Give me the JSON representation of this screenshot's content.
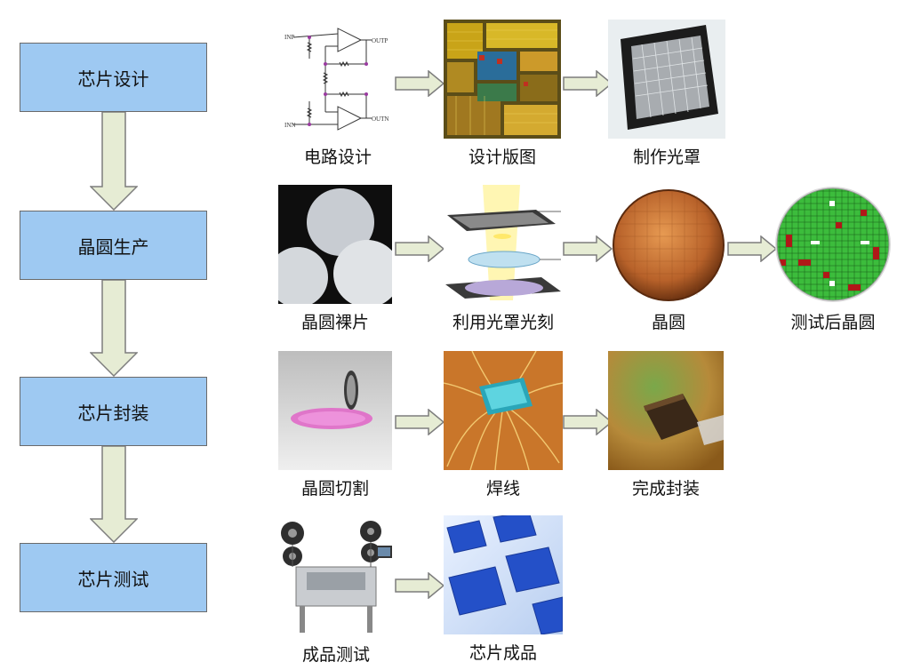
{
  "stages": [
    {
      "label": "芯片设计"
    },
    {
      "label": "晶圆生产"
    },
    {
      "label": "芯片封装"
    },
    {
      "label": "芯片测试"
    }
  ],
  "steps": {
    "circuit_design": "电路设计",
    "layout_design": "设计版图",
    "make_mask": "制作光罩",
    "bare_wafer": "晶圆裸片",
    "mask_lithography": "利用光罩光刻",
    "wafer": "晶圆",
    "tested_wafer": "测试后晶圆",
    "wafer_dicing": "晶圆切割",
    "wire_bonding": "焊线",
    "packaging_done": "完成封装",
    "product_test": "成品测试",
    "finished_chip": "芯片成品"
  },
  "schematic_labels": {
    "inp": "INP",
    "inn": "INN",
    "outp": "OUTP",
    "outn": "OUTN"
  },
  "colors": {
    "stage_fill": "#9ec9f2",
    "stage_border": "#6a6a6a",
    "arrow_fill": "#e6ecd4",
    "arrow_stroke": "#7d7d7d"
  }
}
